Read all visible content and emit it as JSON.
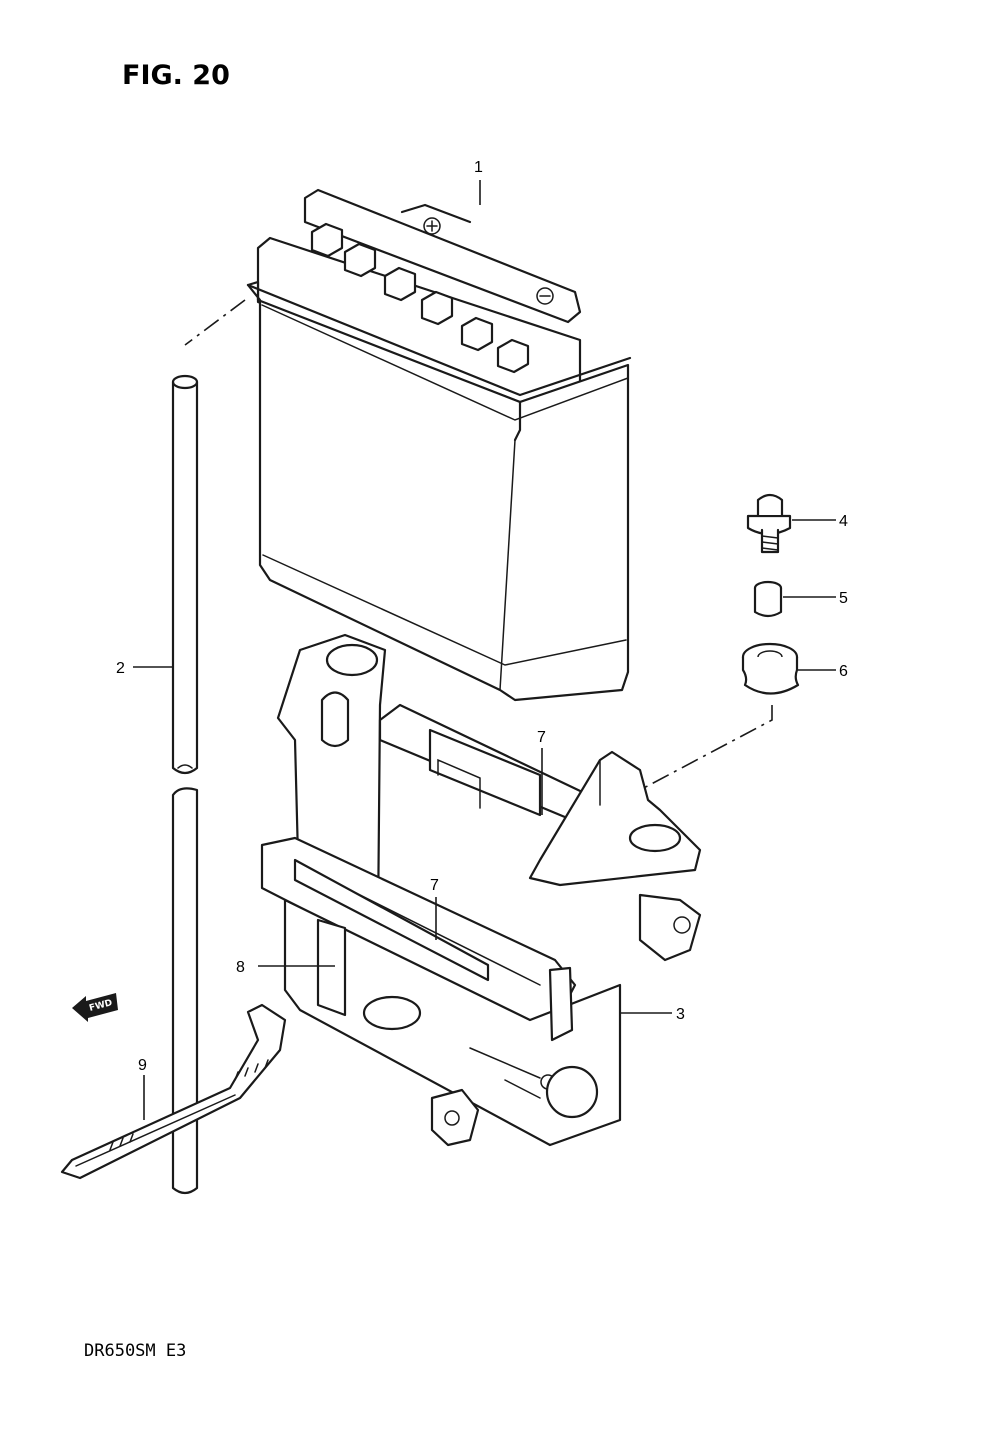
{
  "figure": {
    "title": "FIG. 20",
    "model_code": "DR650SM  E3",
    "direction_tag": "FWD"
  },
  "callouts": [
    {
      "id": "1",
      "label": "1"
    },
    {
      "id": "2",
      "label": "2"
    },
    {
      "id": "3",
      "label": "3"
    },
    {
      "id": "4",
      "label": "4"
    },
    {
      "id": "5",
      "label": "5"
    },
    {
      "id": "6",
      "label": "6"
    },
    {
      "id": "7a",
      "label": "7"
    },
    {
      "id": "7b",
      "label": "7"
    },
    {
      "id": "8",
      "label": "8"
    },
    {
      "id": "9",
      "label": "9"
    }
  ]
}
